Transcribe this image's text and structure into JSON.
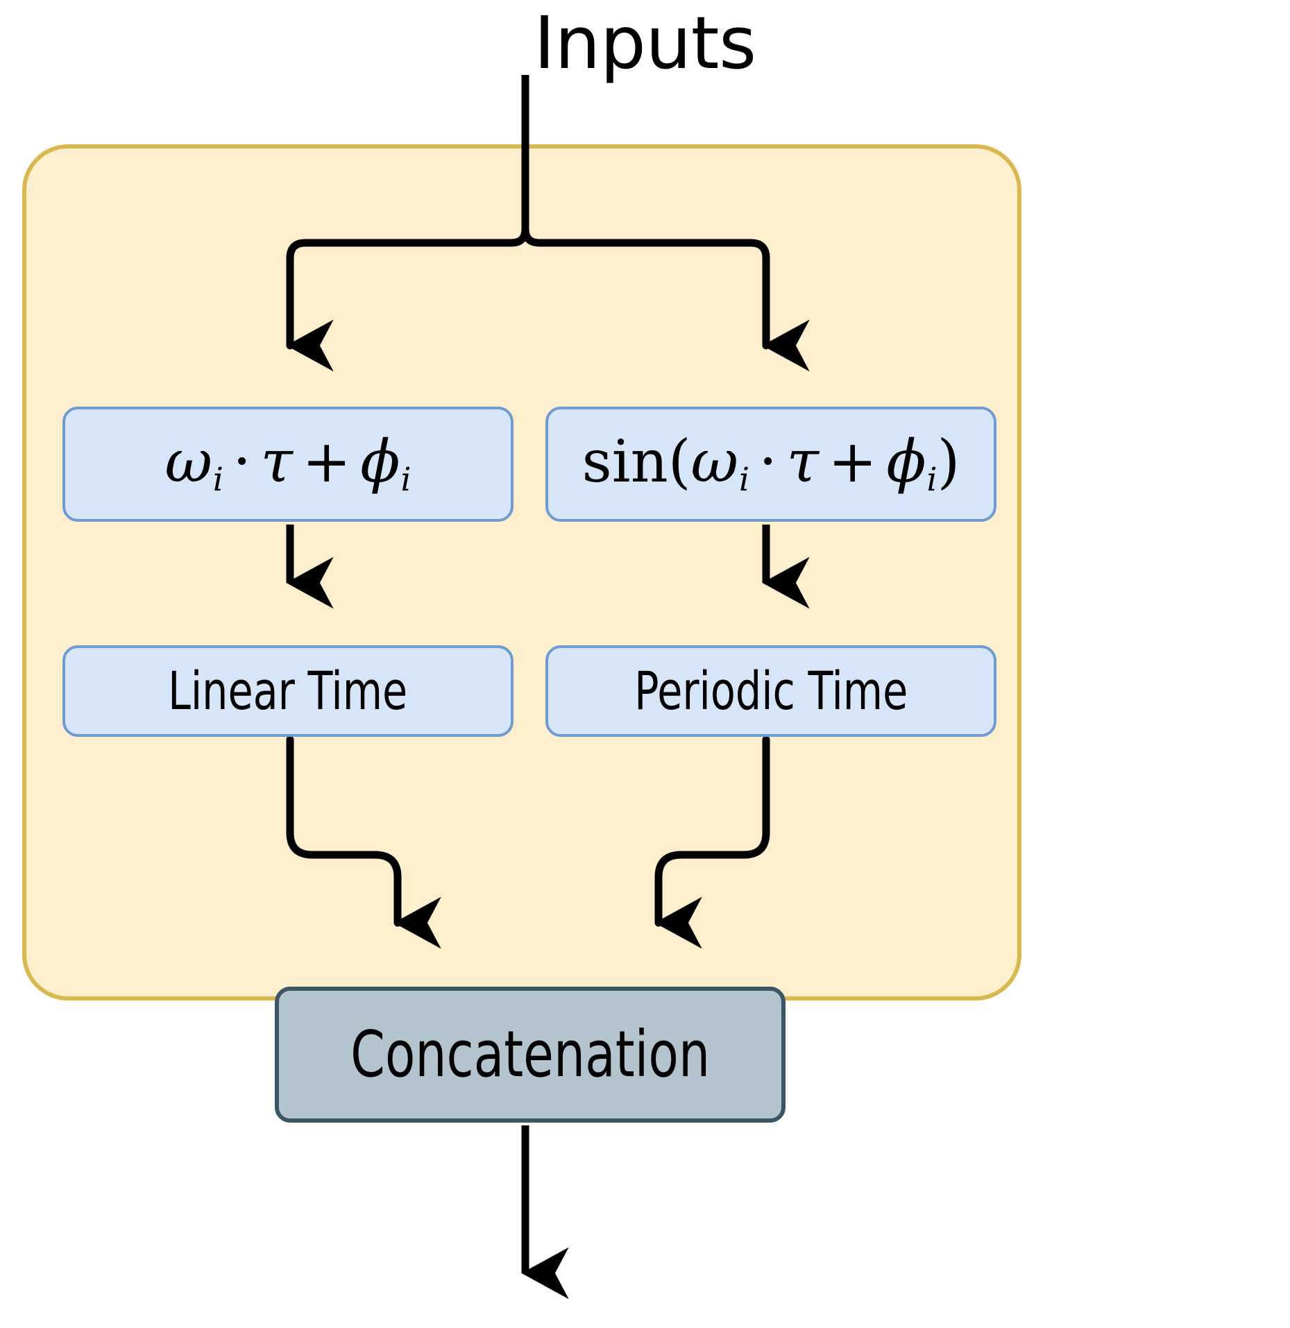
{
  "diagram": {
    "title": "Inputs",
    "panel": {
      "name": "time-embedding-panel",
      "fill_color": "#fdefcd",
      "border_color": "#d8b94f"
    },
    "nodes": {
      "linear_formula": {
        "omega": "ω",
        "omega_sub": "i",
        "dot": "·",
        "tau": "τ",
        "plus": "+",
        "phi": "ϕ",
        "phi_sub": "i",
        "text": "ωi · τ + ϕi",
        "fill_color": "#d7e5f8",
        "border_color": "#6f9bd1"
      },
      "periodic_formula": {
        "fn": "sin(",
        "omega": "ω",
        "omega_sub": "i",
        "dot": "·",
        "tau": "τ",
        "plus": "+",
        "phi": "ϕ",
        "phi_sub": "i",
        "close": ")",
        "text": "sin(ωi · τ + ϕi)",
        "fill_color": "#d7e5f8",
        "border_color": "#6f9bd1"
      },
      "linear_time": {
        "label": "Linear Time",
        "fill_color": "#d7e5f8",
        "border_color": "#6f9bd1"
      },
      "periodic_time": {
        "label": "Periodic Time",
        "fill_color": "#d7e5f8",
        "border_color": "#6f9bd1"
      },
      "concatenation": {
        "label": "Concatenation",
        "fill_color": "#b4c4ce",
        "border_color": "#3d5665"
      }
    },
    "connectors": {
      "stroke_color": "#000000",
      "input_split": "inputs-to-branches",
      "linear_chain": "linear-formula-to-linear-time",
      "periodic_chain": "periodic-formula-to-periodic-time",
      "merge_left": "linear-time-to-concatenation",
      "merge_right": "periodic-time-to-concatenation",
      "output": "concatenation-output"
    }
  }
}
